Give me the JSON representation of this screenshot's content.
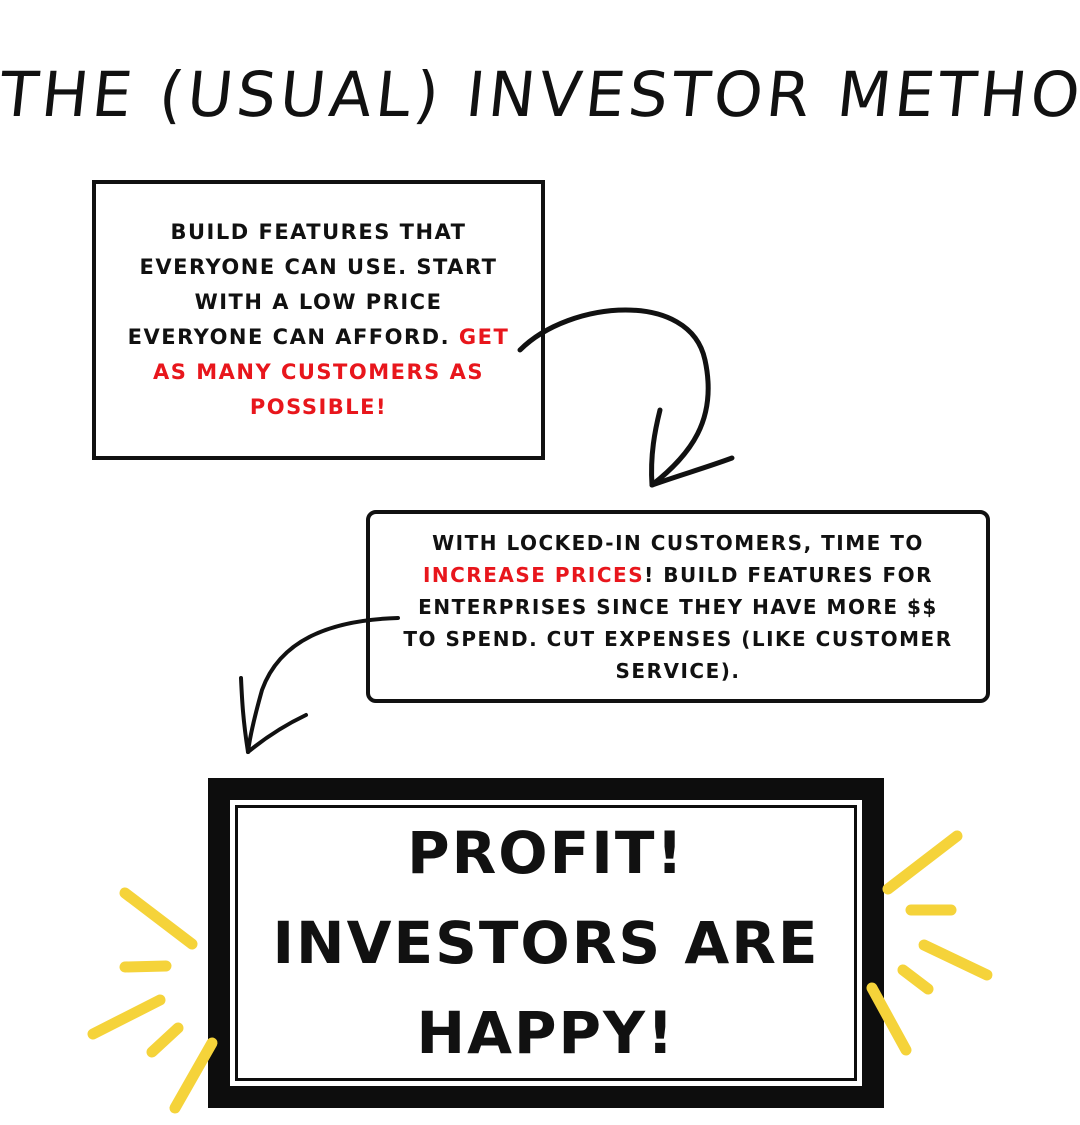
{
  "title": "THE (USUAL) INVESTOR METHOD:",
  "steps": [
    {
      "text_before": "BUILD FEATURES THAT EVERYONE CAN USE. START WITH A LOW PRICE EVERYONE CAN AFFORD. ",
      "highlight": "GET AS MANY CUSTOMERS AS POSSIBLE!",
      "text_after": ""
    },
    {
      "text_before": "WITH LOCKED-IN CUSTOMERS, TIME TO ",
      "highlight": "INCREASE PRICES",
      "text_after": "! BUILD FEATURES FOR ENTERPRISES SINCE THEY HAVE MORE $$ TO SPEND. CUT EXPENSES (LIKE CUSTOMER SERVICE)."
    }
  ],
  "result": {
    "line1": "PROFIT!",
    "line2": "INVESTORS ARE HAPPY!"
  },
  "colors": {
    "ink": "#111111",
    "highlight": "#e8161c",
    "burst": "#f5d33a"
  }
}
